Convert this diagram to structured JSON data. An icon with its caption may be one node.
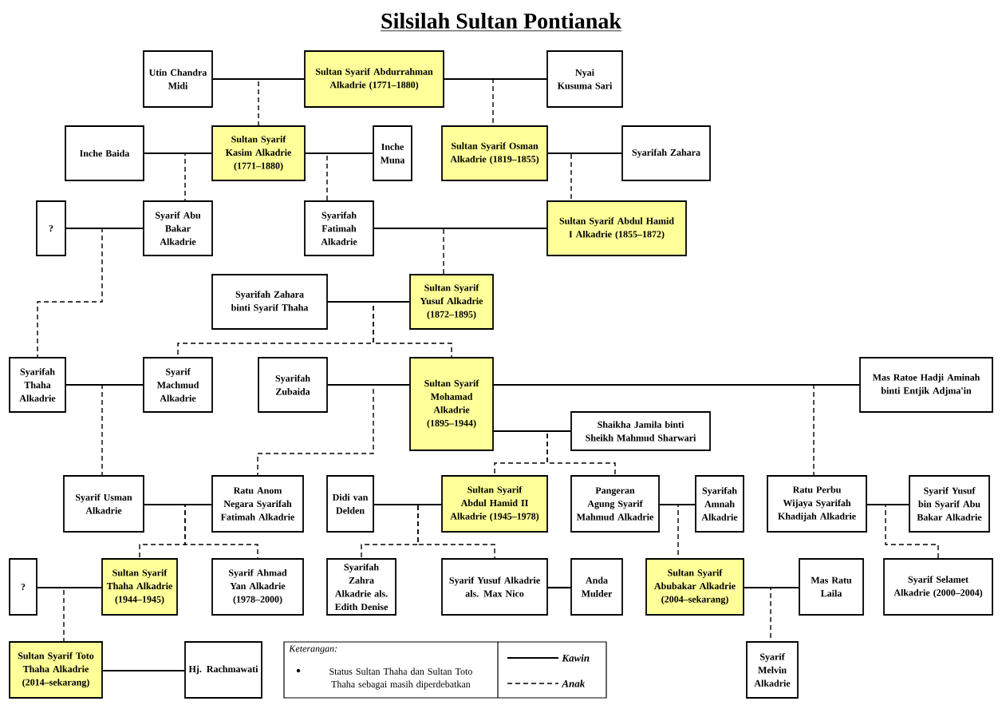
{
  "diagram": {
    "title": "Silsilah Sultan Pontianak",
    "nodes": [
      {
        "text": [
          "Utin Chandra Midi"
        ]
      },
      {
        "text": [
          "Sultan Syarif Abdurrahman Alkadrie (1771–1880)"
        ]
      },
      {
        "text": [
          "Nyai Kusuma Sari"
        ]
      },
      {
        "text": [
          "Inche Baida"
        ]
      },
      {
        "text": [
          "Sultan Syarif Kasim Alkadrie (1771–1880)"
        ]
      },
      {
        "text": [
          "Inche Muna"
        ]
      },
      {
        "text": [
          "Sultan Syarif Osman Alkadrie (1819–1855)"
        ]
      },
      {
        "text": [
          "Syarifah Zahara"
        ]
      },
      {
        "text": [
          "?"
        ]
      },
      {
        "text": [
          "Syarif Abu Bakar Alkadrie"
        ]
      },
      {
        "text": [
          "Syarifah Fatimah Alkadrie"
        ]
      },
      {
        "text": [
          "Sultan Syarif Abdul Hamid I Alkadrie (1855–1872)"
        ]
      },
      {
        "text": [
          "Syarifah Zahara binti Syarif Thaha"
        ]
      },
      {
        "text": [
          "Sultan Syarif Yusuf Alkadrie (1872–1895)"
        ]
      },
      {
        "text": [
          "Syarifah Thaha Alkadrie"
        ]
      },
      {
        "text": [
          "Syarif Machmud Alkadrie"
        ]
      },
      {
        "text": [
          "Syarifah Zubaida"
        ]
      },
      {
        "text": [
          "Sultan Syarif Mohamad Alkadrie (1895–1944)"
        ]
      },
      {
        "text": [
          "Mas Ratoe Hadji Aminah binti Entjik Adjma'in"
        ]
      },
      {
        "text": [
          "Shaikha Jamila binti Sheikh Mahmud Sharwari"
        ]
      },
      {
        "text": [
          "Syarif Usman Alkadrie"
        ]
      },
      {
        "text": [
          "Ratu Anom Negara Syarifah Fatimah Alkadrie"
        ]
      },
      {
        "text": [
          "Didi van Delden"
        ]
      },
      {
        "text": [
          "Sultan Syarif Abdul Hamid II Alkadrie (1945–1978)"
        ]
      },
      {
        "text": [
          "Pangeran Agung Syarif Mahmud Alkadrie"
        ]
      },
      {
        "text": [
          "Syarifah Amnah Alkadrie"
        ]
      },
      {
        "text": [
          "Ratu Perbu Wijaya Syarifah Khadijah Alkadrie"
        ]
      },
      {
        "text": [
          "Syarif Yusuf bin Syarif Abu Bakar Alkadrie"
        ]
      },
      {
        "text": [
          "?"
        ]
      },
      {
        "text": [
          "Sultan Syarif Thaha Alkadrie (1944–1945)"
        ]
      },
      {
        "text": [
          "Syarif Ahmad Yan Alkadrie (1978–2000)"
        ]
      },
      {
        "text": [
          "Syarifah Zahra Alkadrie als. Edith Denise"
        ]
      },
      {
        "text": [
          "Syarif Yusuf Alkadrie als. Max Nico"
        ]
      },
      {
        "text": [
          "Anda Mulder"
        ]
      },
      {
        "text": [
          "Sultan Syarif Abubakar Alkadrie (2004–sekarang)"
        ]
      },
      {
        "text": [
          "Mas Ratu Laila"
        ]
      },
      {
        "text": [
          "Syarif Selamet Alkadrie (2000–2004)"
        ]
      },
      {
        "text": [
          "Sultan Syarif Toto Thaha Alkadrie (2014–sekarang)"
        ]
      },
      {
        "text": [
          "Hj. Rachmawati"
        ]
      },
      {
        "text": [
          "Syarif Melvin Alkadrie"
        ]
      }
    ],
    "edges": [
      {
        "from": 0,
        "to": 1,
        "arrow": "none"
      },
      {
        "from": 1,
        "to": 2,
        "arrow": "none"
      },
      {
        "from": 1,
        "to": 4,
        "arrow": "none",
        "style": "dashed"
      },
      {
        "from": 1,
        "to": 6,
        "arrow": "none",
        "style": "dashed"
      },
      {
        "from": 3,
        "to": 4,
        "arrow": "none"
      },
      {
        "from": 4,
        "to": 5,
        "arrow": "none"
      },
      {
        "from": 6,
        "to": 7,
        "arrow": "none"
      },
      {
        "from": 4,
        "to": 9,
        "arrow": "none",
        "style": "dashed"
      },
      {
        "from": 4,
        "to": 10,
        "arrow": "none",
        "style": "dashed"
      },
      {
        "from": 6,
        "to": 11,
        "arrow": "none",
        "style": "dashed"
      },
      {
        "from": 8,
        "to": 9,
        "arrow": "none"
      },
      {
        "from": 10,
        "to": 11,
        "arrow": "none"
      },
      {
        "from": 9,
        "to": 14,
        "arrow": "none",
        "style": "dashed"
      },
      {
        "from": 11,
        "to": 13,
        "arrow": "none",
        "style": "dashed"
      },
      {
        "from": 12,
        "to": 13,
        "arrow": "none"
      },
      {
        "from": 13,
        "to": 15,
        "arrow": "none",
        "style": "dashed"
      },
      {
        "from": 13,
        "to": 17,
        "arrow": "none",
        "style": "dashed"
      },
      {
        "from": 14,
        "to": 15,
        "arrow": "none"
      },
      {
        "from": 16,
        "to": 17,
        "arrow": "none"
      },
      {
        "from": 17,
        "to": 18,
        "arrow": "none"
      },
      {
        "from": 17,
        "to": 19,
        "arrow": "none"
      },
      {
        "from": 15,
        "to": 20,
        "arrow": "none",
        "style": "dashed"
      },
      {
        "from": 17,
        "to": 21,
        "arrow": "none",
        "style": "dashed"
      },
      {
        "from": 17,
        "to": 26,
        "arrow": "none",
        "style": "dashed"
      },
      {
        "from": 17,
        "to": 23,
        "arrow": "none",
        "style": "dashed"
      },
      {
        "from": 17,
        "to": 24,
        "arrow": "none",
        "style": "dashed"
      },
      {
        "from": 20,
        "to": 21,
        "arrow": "none"
      },
      {
        "from": 22,
        "to": 23,
        "arrow": "none"
      },
      {
        "from": 24,
        "to": 25,
        "arrow": "none"
      },
      {
        "from": 26,
        "to": 27,
        "arrow": "none"
      },
      {
        "from": 21,
        "to": 29,
        "arrow": "none",
        "style": "dashed"
      },
      {
        "from": 21,
        "to": 30,
        "arrow": "none",
        "style": "dashed"
      },
      {
        "from": 23,
        "to": 31,
        "arrow": "none",
        "style": "dashed"
      },
      {
        "from": 23,
        "to": 32,
        "arrow": "none",
        "style": "dashed"
      },
      {
        "from": 24,
        "to": 34,
        "arrow": "none",
        "style": "dashed"
      },
      {
        "from": 26,
        "to": 36,
        "arrow": "none",
        "style": "dashed"
      },
      {
        "from": 28,
        "to": 29,
        "arrow": "none"
      },
      {
        "from": 32,
        "to": 33,
        "arrow": "none"
      },
      {
        "from": 34,
        "to": 35,
        "arrow": "none"
      },
      {
        "from": 29,
        "to": 37,
        "arrow": "none",
        "style": "dashed"
      },
      {
        "from": 34,
        "to": 39,
        "arrow": "none",
        "style": "dashed"
      },
      {
        "from": 37,
        "to": 38,
        "arrow": "none"
      }
    ],
    "labels": [
      "Keterangan:",
      "Status Sultan Thaha dan Sultan Toto Thaha sebagai masih diperdebatkan"
    ],
    "legend": [
      {
        "text": "Kawin"
      },
      {
        "text": "Anak"
      }
    ]
  }
}
